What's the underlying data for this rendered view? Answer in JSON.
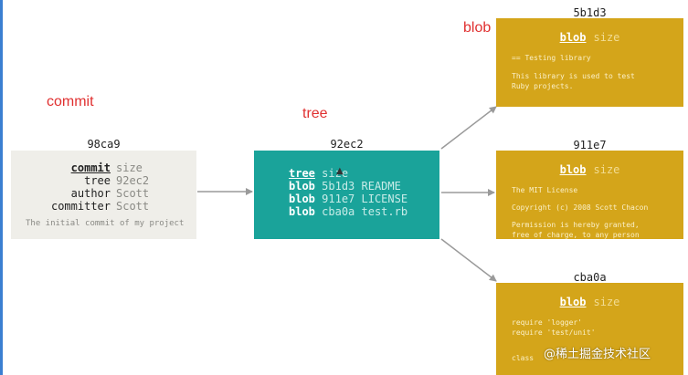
{
  "annotations": {
    "commit": "commit",
    "tree": "tree",
    "blob": "blob"
  },
  "commit": {
    "hash": "98ca9",
    "rows": [
      {
        "key": "commit",
        "value": "size"
      },
      {
        "key": "tree",
        "value": "92ec2"
      },
      {
        "key": "author",
        "value": "Scott"
      },
      {
        "key": "committer",
        "value": "Scott"
      }
    ],
    "message": "The initial commit of my project"
  },
  "tree": {
    "hash": "92ec2",
    "rows": [
      {
        "kw": "tree",
        "rest": "size"
      },
      {
        "kw": "blob",
        "rest": "5b1d3 README"
      },
      {
        "kw": "blob",
        "rest": "911e7 LICENSE"
      },
      {
        "kw": "blob",
        "rest": "cba0a test.rb"
      }
    ]
  },
  "blobs": [
    {
      "hash": "5b1d3",
      "kw": "blob",
      "size": "size",
      "lines": [
        "== Testing library",
        "This library is used to test",
        "Ruby projects."
      ]
    },
    {
      "hash": "911e7",
      "kw": "blob",
      "size": "size",
      "lines": [
        "The MIT License",
        "Copyright (c) 2008 Scott Chacon",
        "Permission is hereby granted,",
        "free of charge, to any person"
      ]
    },
    {
      "hash": "cba0a",
      "kw": "blob",
      "size": "size",
      "lines": [
        "require 'logger'",
        "require 'test/unit'",
        "class"
      ]
    }
  ],
  "watermark": "@稀土掘金技术社区",
  "colors": {
    "commit_box": "#efeee9",
    "tree_box": "#1aa39a",
    "blob_box": "#d4a51a",
    "annotation": "#e03030",
    "arrow": "#9a9a9a"
  }
}
